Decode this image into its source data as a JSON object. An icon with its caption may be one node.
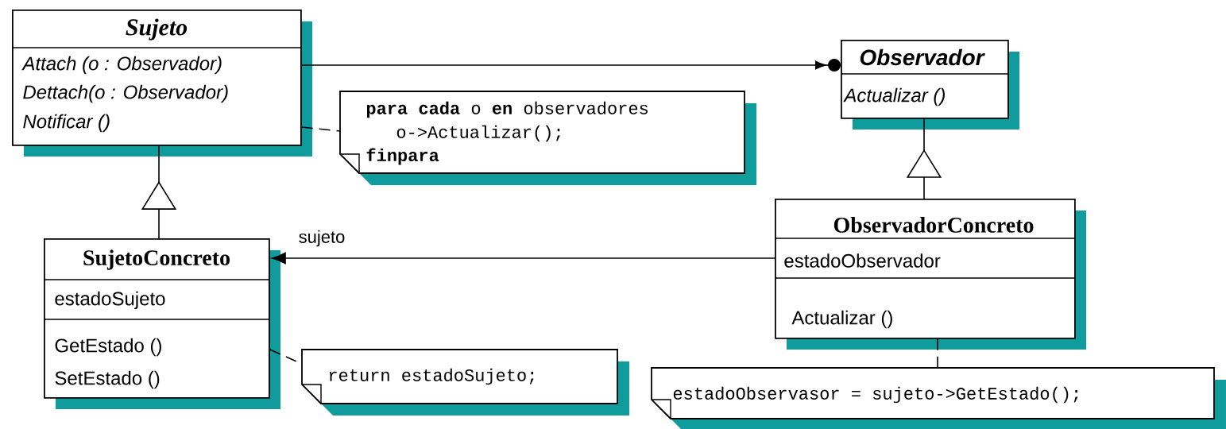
{
  "diagram": {
    "nodes": [
      {
        "text": [
          "Sujeto",
          "Attach (o : Observador)",
          "Dettach(o : Observador)",
          "Notificar ()"
        ]
      },
      {
        "text": [
          "Observador",
          "Actualizar ()"
        ]
      },
      {
        "text": [
          "**para cada** o **en** observadores",
          "o->Actualizar();",
          "**finpara**"
        ]
      },
      {
        "text": [
          "SujetoConcreto",
          "estadoSujeto",
          "GetEstado ()",
          "SetEstado ()"
        ]
      },
      {
        "text": [
          "ObservadorConcreto",
          "estadoObservador",
          "Actualizar ()"
        ]
      },
      {
        "text": [
          "return estadoSujeto;"
        ]
      },
      {
        "text": [
          "estadoObservasor = sujeto->GetEstado();"
        ]
      }
    ],
    "edges": [
      {
        "from": 0,
        "to": 1,
        "arrow": "to"
      },
      {
        "from": 0,
        "to": 2,
        "arrow": "none",
        "style": "dashed"
      },
      {
        "from": 3,
        "to": 0,
        "arrow": "to"
      },
      {
        "from": 4,
        "to": 1,
        "arrow": "to"
      },
      {
        "from": 4,
        "to": 3,
        "arrow": "to",
        "label": "sujeto"
      },
      {
        "from": 3,
        "to": 5,
        "arrow": "none",
        "style": "dashed"
      },
      {
        "from": 4,
        "to": 6,
        "arrow": "none",
        "style": "dashed"
      }
    ]
  }
}
